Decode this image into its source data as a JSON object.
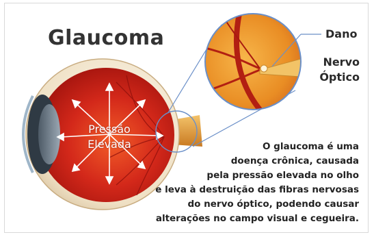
{
  "title": "Glaucoma",
  "labels": {
    "damage": "Dano",
    "optic_nerve_line1": "Nervo",
    "optic_nerve_line2": "Óptico",
    "pressure_line1": "Pressão",
    "pressure_line2": "Elevada"
  },
  "description": [
    "O glaucoma é uma",
    "doença crônica, causada",
    "pela pressão elevada no olho",
    "e leva à destruição das fibras nervosas",
    "do nervo óptico, podendo causar",
    "alterações no campo visual e cegueira."
  ],
  "colors": {
    "title": "#333333",
    "eye_red": "#c81e10",
    "nerve_orange": "#e9a23a",
    "callout_line": "#6a8fc8",
    "sclera": "#f6ecd6"
  }
}
